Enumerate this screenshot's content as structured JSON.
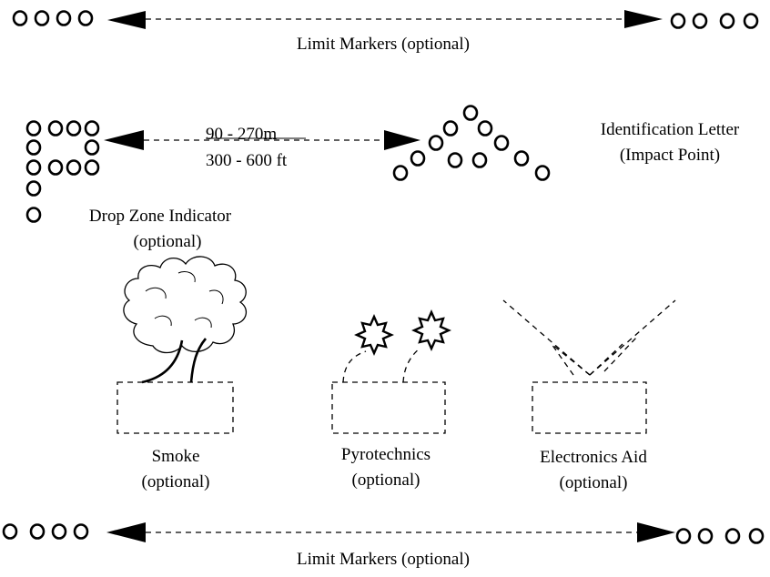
{
  "colors": {
    "ink": "#000000",
    "background": "#ffffff"
  },
  "labels": {
    "limit_top": "Limit Markers (optional)",
    "limit_bottom": "Limit Markers (optional)",
    "distance_m": "90 - 270m",
    "distance_ft": "300 - 600 ft",
    "ident_line1": "Identification Letter",
    "ident_line2": "(Impact Point)",
    "dzi_line1": "Drop Zone Indicator",
    "dzi_line2": "(optional)",
    "smoke_line1": "Smoke",
    "smoke_line2": "(optional)",
    "pyro_line1": "Pyrotechnics",
    "pyro_line2": "(optional)",
    "elec_line1": "Electronics Aid",
    "elec_line2": "(optional)"
  },
  "icons": [
    "ring-marker",
    "arrowhead",
    "smoke-cloud",
    "burst-icon",
    "signal-beam"
  ]
}
